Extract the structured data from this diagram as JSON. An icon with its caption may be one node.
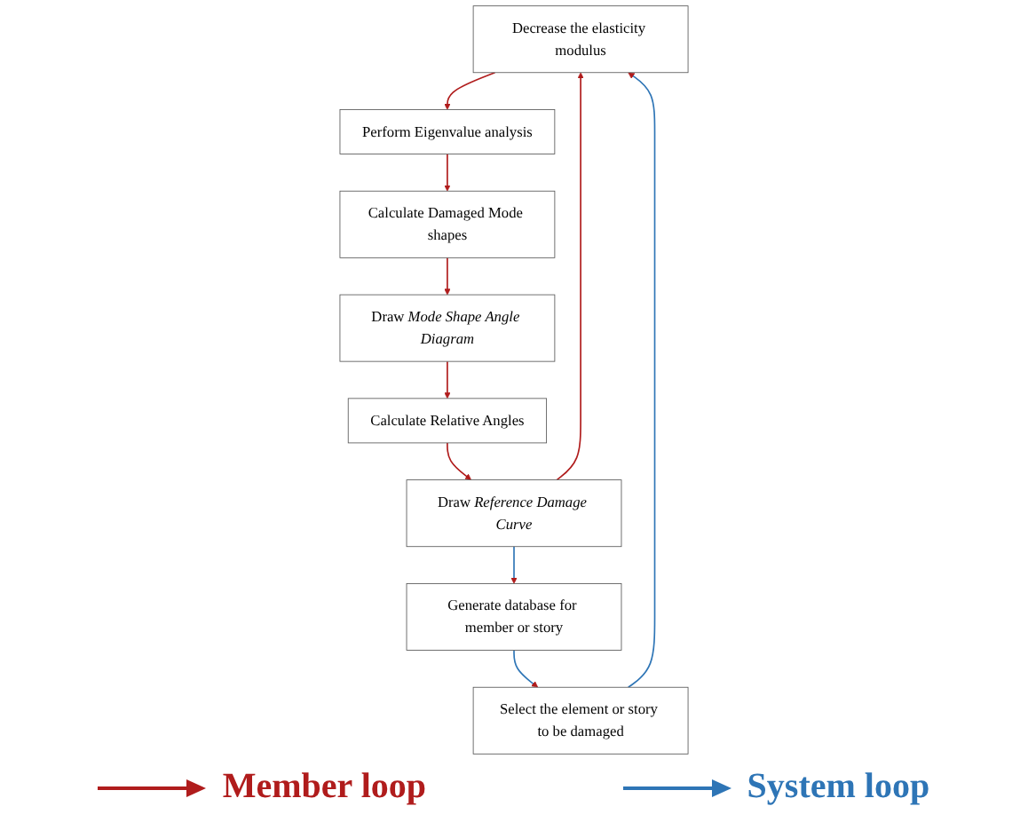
{
  "diagram": {
    "nodes": [
      {
        "text": [
          "Decrease the elasticity modulus"
        ]
      },
      {
        "text": [
          "Perform Eigenvalue analysis"
        ]
      },
      {
        "text": [
          "Calculate Damaged Mode shapes"
        ]
      },
      {
        "text": [
          "Draw *Mode Shape Angle Diagram*"
        ]
      },
      {
        "text": [
          "Calculate Relative Angles"
        ]
      },
      {
        "text": [
          "Draw *Reference Damage Curve*"
        ]
      },
      {
        "text": [
          "Generate database for member or story"
        ]
      },
      {
        "text": [
          "Select the element or story to be damaged"
        ]
      }
    ],
    "edges": [
      {
        "from": 0,
        "to": 1,
        "arrow": "to"
      },
      {
        "from": 1,
        "to": 2,
        "arrow": "to"
      },
      {
        "from": 2,
        "to": 3,
        "arrow": "to"
      },
      {
        "from": 3,
        "to": 4,
        "arrow": "to"
      },
      {
        "from": 4,
        "to": 5,
        "arrow": "to"
      },
      {
        "from": 5,
        "to": 0,
        "arrow": "to"
      },
      {
        "from": 5,
        "to": 6,
        "arrow": "to",
        "color": "#2e75b6"
      },
      {
        "from": 6,
        "to": 7,
        "arrow": "to",
        "color": "#2e75b6"
      },
      {
        "from": 7,
        "to": 0,
        "arrow": "to",
        "color": "#2e75b6"
      }
    ],
    "legend": [
      {
        "text": "Member loop"
      },
      {
        "text": "System loop"
      }
    ]
  }
}
